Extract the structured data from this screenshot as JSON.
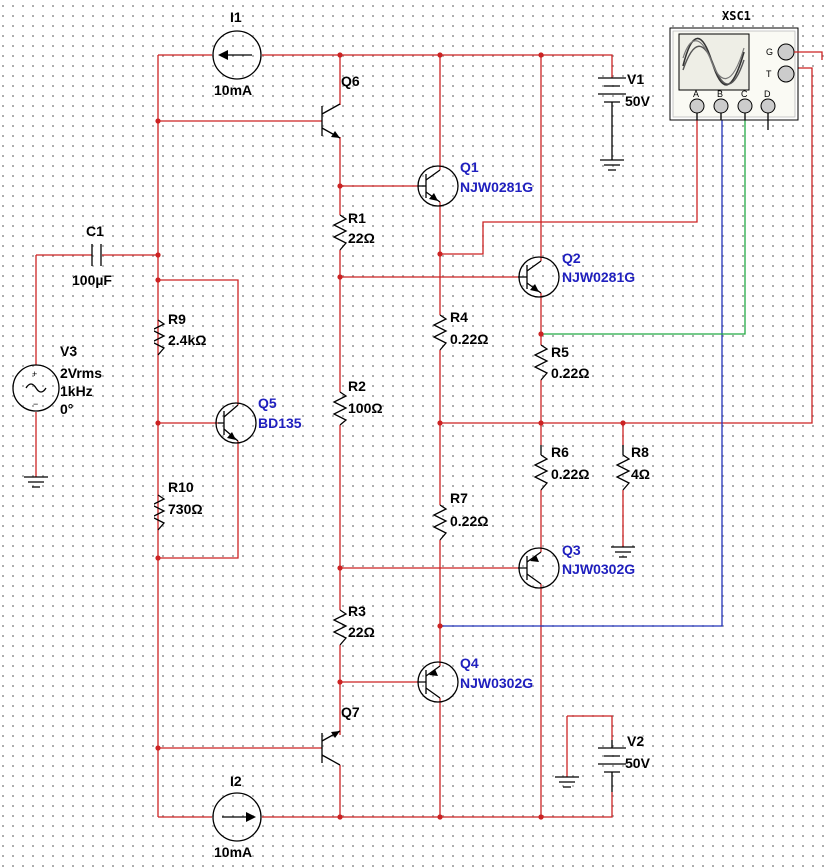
{
  "components": {
    "I1": {
      "ref": "I1",
      "value": "10mA"
    },
    "I2": {
      "ref": "I2",
      "value": "10mA"
    },
    "V1": {
      "ref": "V1",
      "value": "50V"
    },
    "V2": {
      "ref": "V2",
      "value": "50V"
    },
    "V3": {
      "ref": "V3",
      "line1": "2Vrms",
      "line2": "1kHz",
      "line3": "0°"
    },
    "C1": {
      "ref": "C1",
      "value": "100µF"
    },
    "R1": {
      "ref": "R1",
      "value": "22Ω"
    },
    "R2": {
      "ref": "R2",
      "value": "100Ω"
    },
    "R3": {
      "ref": "R3",
      "value": "22Ω"
    },
    "R4": {
      "ref": "R4",
      "value": "0.22Ω"
    },
    "R5": {
      "ref": "R5",
      "value": "0.22Ω"
    },
    "R6": {
      "ref": "R6",
      "value": "0.22Ω"
    },
    "R7": {
      "ref": "R7",
      "value": "0.22Ω"
    },
    "R8": {
      "ref": "R8",
      "value": "4Ω"
    },
    "R9": {
      "ref": "R9",
      "value": "2.4kΩ"
    },
    "R10": {
      "ref": "R10",
      "value": "730Ω"
    },
    "Q1": {
      "ref": "Q1",
      "model": "NJW0281G"
    },
    "Q2": {
      "ref": "Q2",
      "model": "NJW0281G"
    },
    "Q3": {
      "ref": "Q3",
      "model": "NJW0302G"
    },
    "Q4": {
      "ref": "Q4",
      "model": "NJW0302G"
    },
    "Q5": {
      "ref": "Q5",
      "model": "BD135"
    },
    "Q6": {
      "ref": "Q6"
    },
    "Q7": {
      "ref": "Q7"
    }
  },
  "oscilloscope": {
    "ref": "XSC1",
    "ports": {
      "g": "G",
      "t": "T",
      "a": "A",
      "b": "B",
      "c": "C",
      "d": "D"
    },
    "wire_colors": {
      "main": "#cc2222",
      "channel_b": "#2233bb",
      "channel_c": "#22aa44"
    }
  },
  "grid": {
    "visible": true
  }
}
